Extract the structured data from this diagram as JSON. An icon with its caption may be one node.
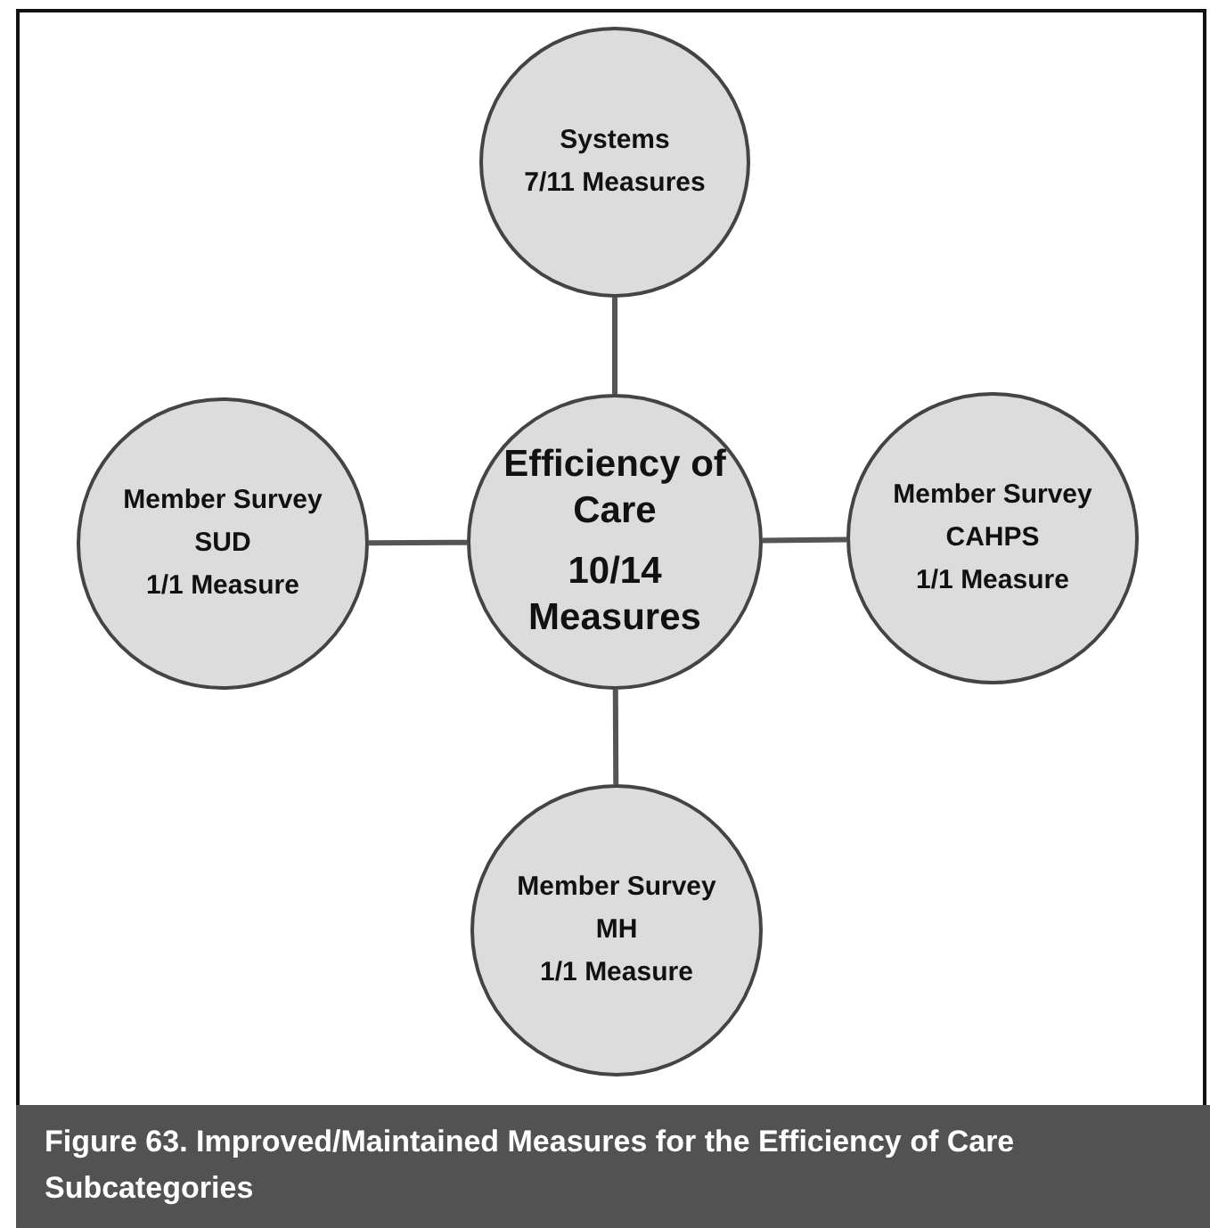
{
  "diagram": {
    "caption": "Figure 63. Improved/Maintained Measures for the Efficiency of Care Subcategories",
    "nodes": [
      {
        "text": [
          "Systems",
          "7/11 Measures"
        ]
      },
      {
        "text": [
          "Member Survey",
          "SUD",
          "1/1 Measure"
        ]
      },
      {
        "text": [
          "Efficiency of Care",
          "10/14 Measures"
        ]
      },
      {
        "text": [
          "Member Survey",
          "CAHPS",
          "1/1 Measure"
        ]
      },
      {
        "text": [
          "Member Survey",
          "MH",
          "1/1 Measure"
        ]
      }
    ],
    "edges": [
      {
        "from": 2,
        "to": 0,
        "arrow": "none"
      },
      {
        "from": 2,
        "to": 1,
        "arrow": "none"
      },
      {
        "from": 2,
        "to": 3,
        "arrow": "none"
      },
      {
        "from": 2,
        "to": 4,
        "arrow": "none"
      }
    ]
  }
}
